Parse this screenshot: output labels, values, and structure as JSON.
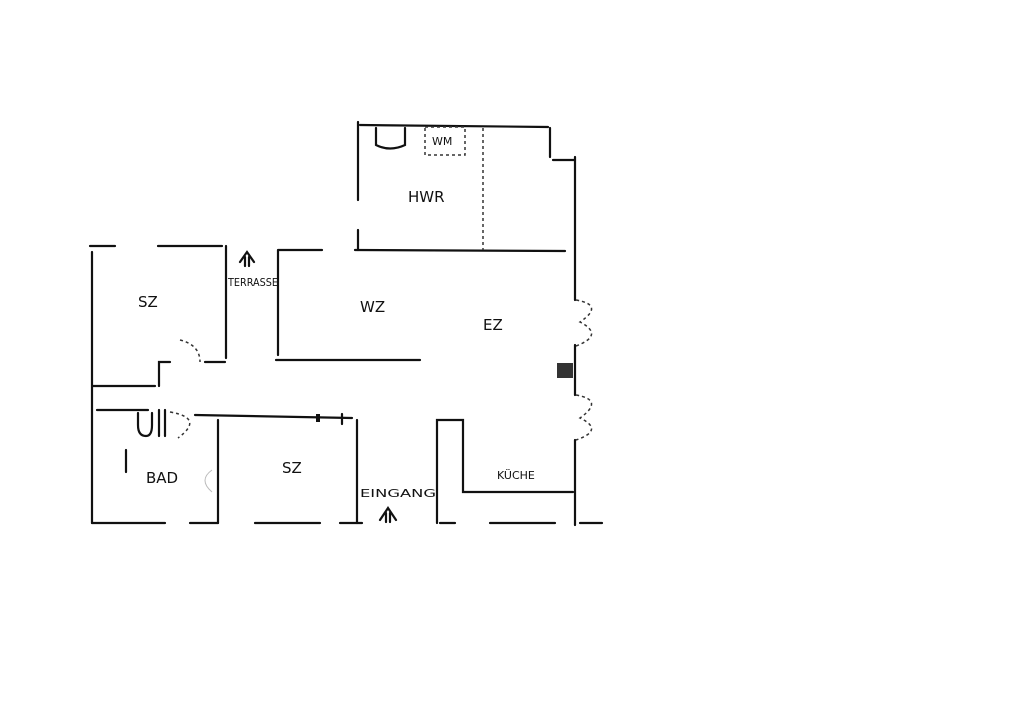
{
  "plan": {
    "rooms": [
      {
        "id": "hwr",
        "label": "HWR"
      },
      {
        "id": "wm",
        "label": "WM"
      },
      {
        "id": "sz1",
        "label": "SZ"
      },
      {
        "id": "terrasse",
        "label": "TERRASSE"
      },
      {
        "id": "wz",
        "label": "WZ"
      },
      {
        "id": "ez",
        "label": "EZ"
      },
      {
        "id": "bad",
        "label": "BAD"
      },
      {
        "id": "sz2",
        "label": "SZ"
      },
      {
        "id": "eingang",
        "label": "EINGANG"
      },
      {
        "id": "kueche",
        "label": "KÜCHE"
      }
    ],
    "colors": {
      "ink": "#111111",
      "paper": "#ffffff"
    }
  }
}
